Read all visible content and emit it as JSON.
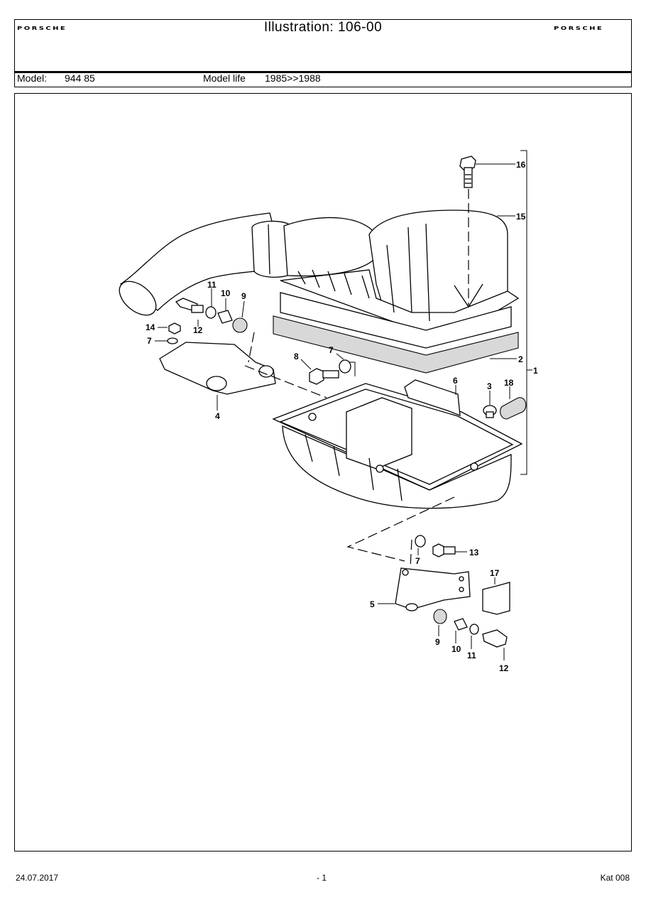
{
  "header": {
    "logo_left": "PORSCHE",
    "title": "Illustration: 106-00",
    "logo_right": "PORSCHE"
  },
  "model_row": {
    "model_label": "Model:",
    "model_value": "944 85",
    "life_label": "Model life",
    "life_value": "1985>>1988"
  },
  "callouts": [
    "16",
    "15",
    "11",
    "10",
    "9",
    "14",
    "12",
    "7",
    "8",
    "7",
    "2",
    "1",
    "6",
    "3",
    "18",
    "4",
    "7",
    "13",
    "17",
    "5",
    "9",
    "10",
    "11",
    "12"
  ],
  "footer": {
    "date": "24.07.2017",
    "page": "- 1",
    "catalog": "Kat 008"
  }
}
